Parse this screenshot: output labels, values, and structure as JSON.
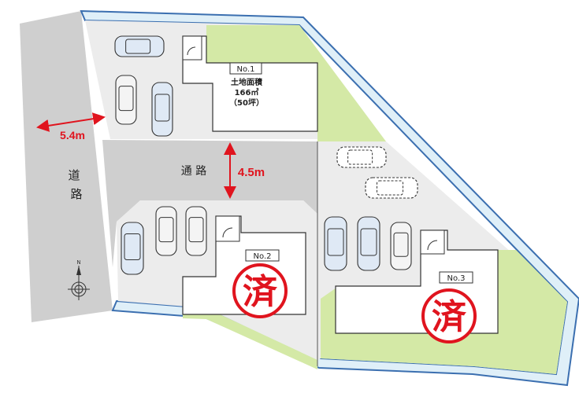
{
  "colors": {
    "road": "#cfcfcf",
    "driveway": "#ececec",
    "lawn": "#d4e9a6",
    "water": "#3b6fb0",
    "water_fill": "#dfeff8",
    "building": "#ffffff",
    "accent_red": "#e0141e"
  },
  "road": {
    "label_char1": "道",
    "label_char2": "路",
    "width_label": "5.4m"
  },
  "passage": {
    "label": "通 路",
    "width_label": "4.5m"
  },
  "compass": {
    "north_label": "N"
  },
  "lots": [
    {
      "number": "No.1",
      "area_label": "土地面積",
      "area_sqm": "166㎡",
      "area_tsubo": "（50坪）",
      "status": ""
    },
    {
      "number": "No.2",
      "status": "済"
    },
    {
      "number": "No.3",
      "status": "済"
    }
  ],
  "cars": [
    {
      "id": "lot1-car-horizontal",
      "style": "solid"
    },
    {
      "id": "lot1-car-left",
      "style": "solid"
    },
    {
      "id": "lot1-car-right",
      "style": "solid"
    },
    {
      "id": "lot2-car-1",
      "style": "solid"
    },
    {
      "id": "lot2-car-2",
      "style": "solid"
    },
    {
      "id": "lot2-car-3",
      "style": "solid"
    },
    {
      "id": "lot3-car-1",
      "style": "solid"
    },
    {
      "id": "lot3-car-2",
      "style": "solid"
    },
    {
      "id": "lot3-car-3",
      "style": "solid"
    },
    {
      "id": "lot3-car-dashed-1",
      "style": "dashed"
    },
    {
      "id": "lot3-car-dashed-2",
      "style": "dashed"
    }
  ]
}
